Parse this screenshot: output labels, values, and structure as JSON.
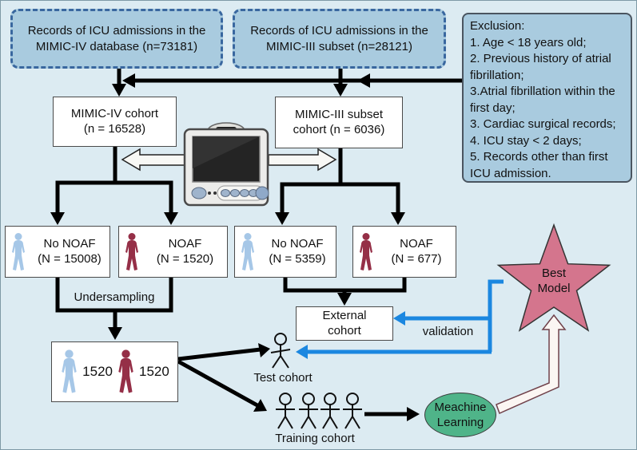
{
  "figure": {
    "colors": {
      "background": "#dcebf2",
      "source_box_fill": "#a9cbdf",
      "source_box_border": "#39679f",
      "flow_arrow_black": "#000000",
      "validation_arrow_blue": "#1b87e0",
      "best_model_star_fill": "#d4758d",
      "machine_learning_fill": "#4fb489",
      "person_no_noaf_blue": "#a6c7e7",
      "person_noaf_red": "#952f47"
    },
    "sources": {
      "mimic4": "Records of ICU admissions in the\nMIMIC-IV database (n=73181)",
      "mimic3": "Records of ICU admissions in the\nMIMIC-III subset (n=28121)"
    },
    "exclusion": "Exclusion:\n1. Age < 18 years old;\n2. Previous history of atrial\nfibrillation;\n3.Atrial fibrillation within the\n first day;\n3. Cardiac surgical records;\n4. ICU stay < 2 days;\n5. Records other than first\nICU admission.",
    "cohorts": {
      "mimic4": "MIMIC-IV cohort\n(n = 16528)",
      "mimic3": "MIMIC-III subset\ncohort (n = 6036)"
    },
    "groups": {
      "mimic4_no_noaf": "No NOAF\n(N = 15008)",
      "mimic4_noaf": "NOAF\n(N = 1520)",
      "mimic3_no_noaf": "No NOAF\n(N = 5359)",
      "mimic3_noaf": "NOAF\n(N = 677)"
    },
    "undersampling_label": "Undersampling",
    "balanced_box": {
      "no_noaf_count": "1520",
      "noaf_count": "1520"
    },
    "external_cohort_label": "External\ncohort",
    "validation_label": "validation",
    "test_cohort_label": "Test cohort",
    "training_cohort_label": "Training cohort",
    "machine_learning_label": "Meachine\nLearning",
    "best_model_label": "Best\nModel"
  }
}
